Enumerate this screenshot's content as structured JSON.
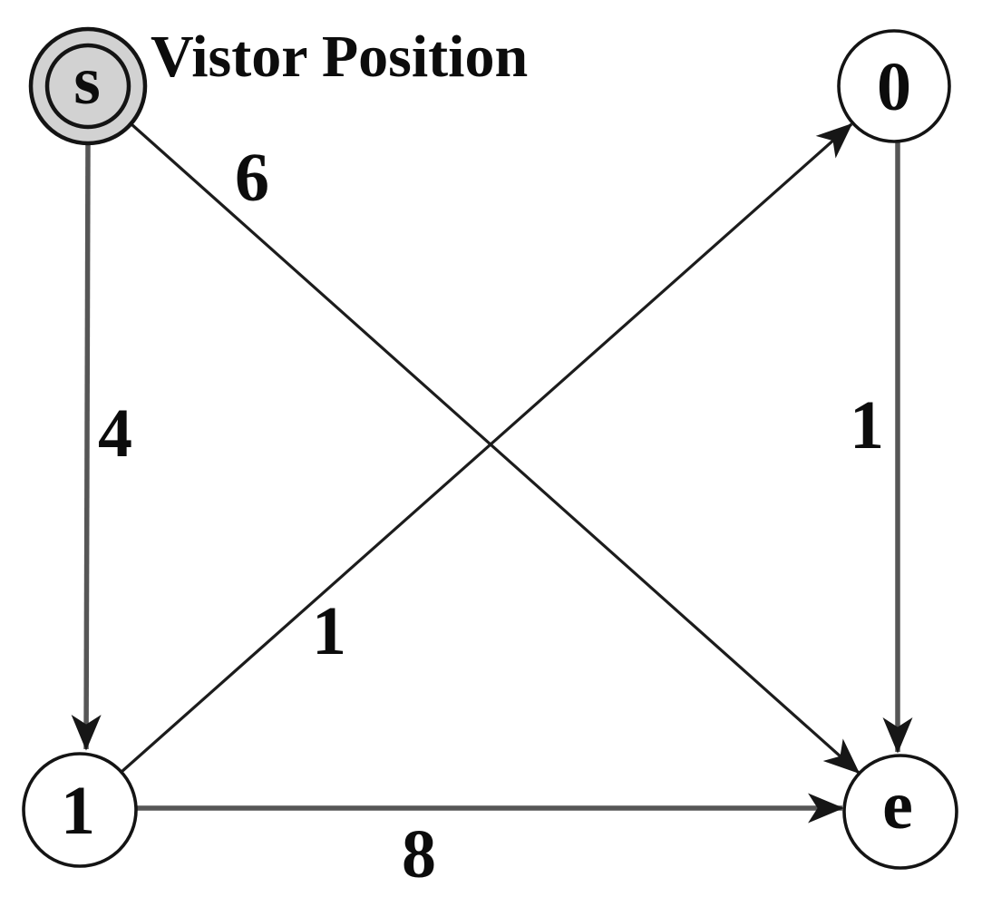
{
  "title": "Vistor Position",
  "graph": {
    "type": "directed-weighted-graph",
    "nodes": [
      {
        "id": "s",
        "label": "s",
        "role": "start-visitor-position",
        "shape": "double-circle",
        "fill": "#d2d2d2"
      },
      {
        "id": "0",
        "label": "0",
        "role": "intermediate",
        "shape": "circle",
        "fill": "#ffffff"
      },
      {
        "id": "1",
        "label": "1",
        "role": "intermediate",
        "shape": "circle",
        "fill": "#ffffff"
      },
      {
        "id": "e",
        "label": "e",
        "role": "end",
        "shape": "circle",
        "fill": "#ffffff"
      }
    ],
    "edges": [
      {
        "from": "s",
        "to": "1",
        "weight": "4"
      },
      {
        "from": "s",
        "to": "e",
        "weight": "6"
      },
      {
        "from": "1",
        "to": "0",
        "weight": "1"
      },
      {
        "from": "0",
        "to": "e",
        "weight": "1"
      },
      {
        "from": "1",
        "to": "e",
        "weight": "8"
      }
    ]
  },
  "colors": {
    "background": "#ffffff",
    "node_stroke": "#141414",
    "start_node_fill": "#d2d2d2",
    "node_fill": "#ffffff",
    "thick_edge": "#565656",
    "thin_edge": "#1c1c1c",
    "arrowhead": "#161616",
    "text": "#0c0c0c"
  }
}
